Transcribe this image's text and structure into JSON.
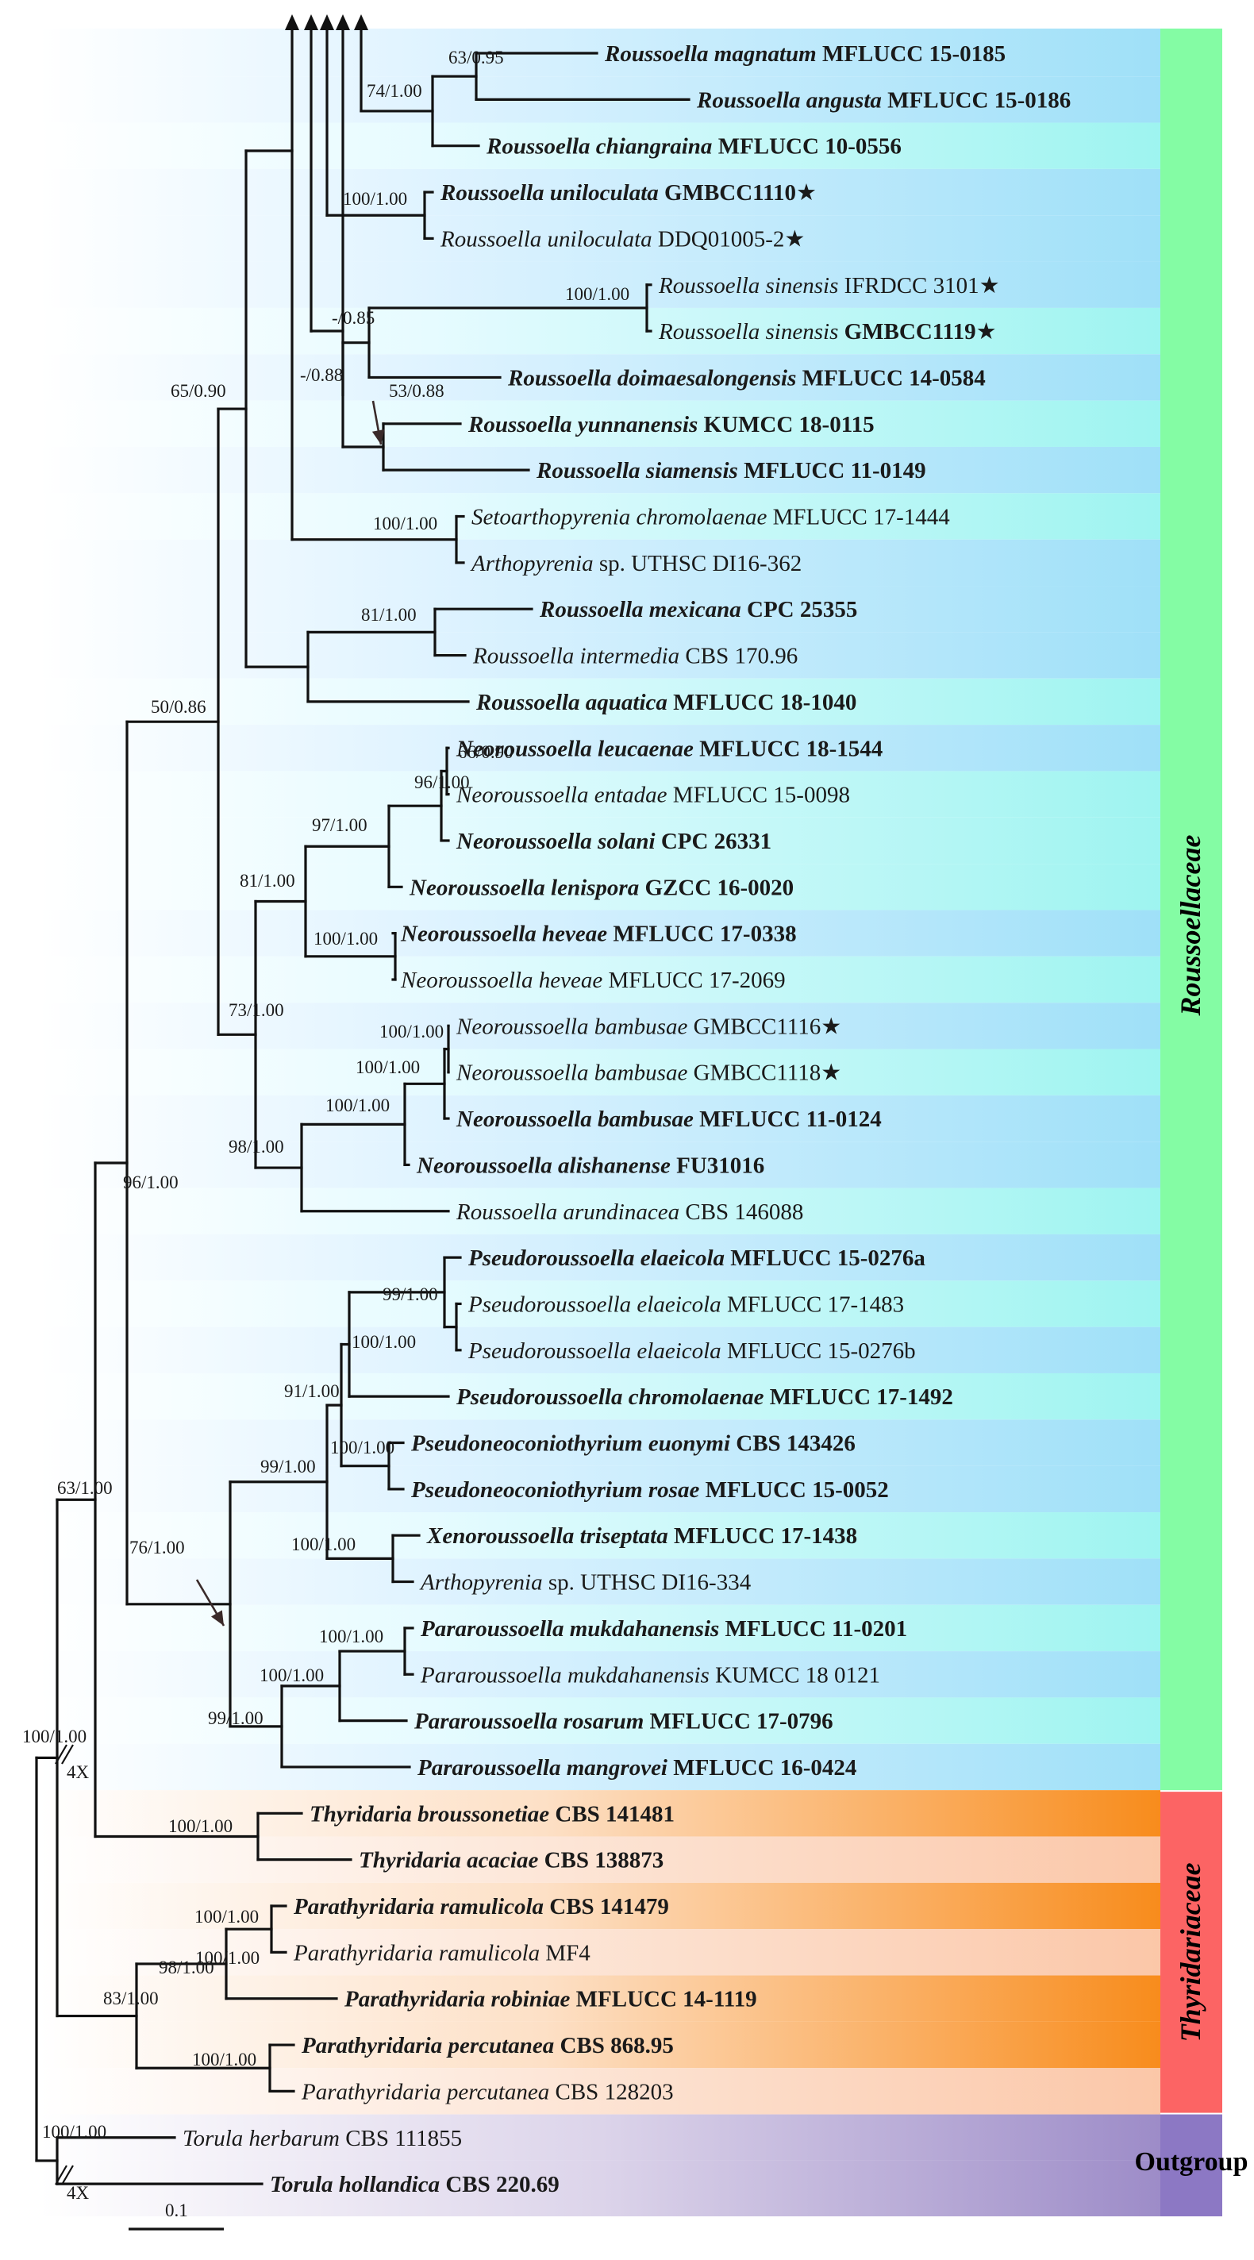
{
  "families": [
    {
      "name": "Roussoellaceae",
      "color": "#84fca4"
    },
    {
      "name": "Thyridariaceae",
      "color": "#fc6464"
    },
    {
      "name": "Outgroup",
      "color": "#8c78c4"
    }
  ],
  "taxa": [
    {
      "genus": "Roussoella magnatum",
      "strain": "MFLUCC 15-0185",
      "type_strain": true,
      "star": false
    },
    {
      "genus": "Roussoella angusta",
      "strain": "MFLUCC 15-0186",
      "type_strain": true,
      "star": false
    },
    {
      "genus": "Roussoella chiangraina",
      "strain": "MFLUCC 10-0556",
      "type_strain": true,
      "star": false
    },
    {
      "genus": "Roussoella uniloculata",
      "strain": "GMBCC1110",
      "type_strain": true,
      "star": true
    },
    {
      "genus": "Roussoella uniloculata",
      "strain": "DDQ01005-2",
      "type_strain": false,
      "star": true
    },
    {
      "genus": "Roussoella sinensis",
      "strain": "IFRDCC 3101",
      "type_strain": false,
      "star": true
    },
    {
      "genus": "Roussoella sinensis",
      "strain": "GMBCC1119",
      "type_strain": false,
      "strain_bold": true,
      "star": true
    },
    {
      "genus": "Roussoella doimaesalongensis",
      "strain": "MFLUCC 14-0584",
      "type_strain": true,
      "star": false
    },
    {
      "genus": "Roussoella yunnanensis",
      "strain": "KUMCC 18-0115",
      "type_strain": true,
      "star": false
    },
    {
      "genus": "Roussoella siamensis",
      "strain": "MFLUCC 11-0149",
      "type_strain": true,
      "star": false
    },
    {
      "genus": "Setoarthopyrenia chromolaenae",
      "strain": "MFLUCC 17-1444",
      "type_strain": false,
      "star": false
    },
    {
      "genus": "Arthopyrenia",
      "suffix": "sp.",
      "strain": "UTHSC DI16-362",
      "type_strain": false,
      "star": false
    },
    {
      "genus": "Roussoella mexicana",
      "strain": "CPC 25355",
      "type_strain": true,
      "star": false
    },
    {
      "genus": "Roussoella intermedia",
      "strain": "CBS 170.96",
      "type_strain": false,
      "star": false
    },
    {
      "genus": "Roussoella aquatica",
      "strain": "MFLUCC 18-1040",
      "type_strain": true,
      "star": false
    },
    {
      "genus": "Neoroussoella leucaenae",
      "strain": "MFLUCC 18-1544",
      "type_strain": true,
      "star": false
    },
    {
      "genus": "Neoroussoella entadae",
      "strain": "MFLUCC 15-0098",
      "type_strain": false,
      "star": false
    },
    {
      "genus": "Neoroussoella solani",
      "strain": "CPC 26331",
      "type_strain": true,
      "star": false
    },
    {
      "genus": "Neoroussoella lenispora",
      "strain": "GZCC 16-0020",
      "type_strain": true,
      "star": false
    },
    {
      "genus": "Neoroussoella heveae",
      "strain": "MFLUCC 17-0338",
      "type_strain": true,
      "star": false
    },
    {
      "genus": "Neoroussoella heveae",
      "strain": "MFLUCC 17-2069",
      "type_strain": false,
      "star": false
    },
    {
      "genus": "Neoroussoella bambusae",
      "strain": "GMBCC1116",
      "type_strain": false,
      "star": true
    },
    {
      "genus": "Neoroussoella bambusae",
      "strain": "GMBCC1118",
      "type_strain": false,
      "star": true
    },
    {
      "genus": "Neoroussoella bambusae",
      "strain": "MFLUCC 11-0124",
      "type_strain": true,
      "star": false
    },
    {
      "genus": "Neoroussoella alishanense",
      "strain": "FU31016",
      "type_strain": true,
      "star": false
    },
    {
      "genus": "Roussoella arundinacea",
      "strain": "CBS 146088",
      "type_strain": false,
      "star": false
    },
    {
      "genus": "Pseudoroussoella elaeicola",
      "strain": "MFLUCC 15-0276a",
      "type_strain": true,
      "star": false
    },
    {
      "genus": "Pseudoroussoella elaeicola",
      "strain": "MFLUCC 17-1483",
      "type_strain": false,
      "star": false
    },
    {
      "genus": "Pseudoroussoella elaeicola",
      "strain": "MFLUCC 15-0276b",
      "type_strain": false,
      "star": false
    },
    {
      "genus": "Pseudoroussoella chromolaenae",
      "strain": "MFLUCC 17-1492",
      "type_strain": true,
      "star": false
    },
    {
      "genus": "Pseudoneoconiothyrium euonymi",
      "strain": "CBS 143426",
      "type_strain": true,
      "star": false
    },
    {
      "genus": "Pseudoneoconiothyrium rosae",
      "strain": "MFLUCC 15-0052",
      "type_strain": true,
      "star": false
    },
    {
      "genus": "Xenoroussoella triseptata",
      "strain": "MFLUCC 17-1438",
      "type_strain": true,
      "star": false
    },
    {
      "genus": "Arthopyrenia",
      "suffix": "sp.",
      "strain": "UTHSC DI16-334",
      "type_strain": false,
      "star": false
    },
    {
      "genus": "Pararoussoella mukdahanensis",
      "strain": "MFLUCC 11-0201",
      "type_strain": true,
      "star": false
    },
    {
      "genus": "Pararoussoella mukdahanensis",
      "strain": "KUMCC 18 0121",
      "type_strain": false,
      "star": false
    },
    {
      "genus": "Pararoussoella rosarum",
      "strain": "MFLUCC 17-0796",
      "type_strain": true,
      "star": false
    },
    {
      "genus": "Pararoussoella mangrovei",
      "strain": "MFLUCC 16-0424",
      "type_strain": true,
      "star": false
    },
    {
      "genus": "Thyridaria broussonetiae",
      "strain": "CBS 141481",
      "type_strain": true,
      "star": false
    },
    {
      "genus": "Thyridaria acaciae",
      "strain": "CBS 138873",
      "type_strain": true,
      "star": false
    },
    {
      "genus": "Parathyridaria ramulicola",
      "strain": "CBS 141479",
      "type_strain": true,
      "star": false
    },
    {
      "genus": "Parathyridaria ramulicola",
      "strain": "MF4",
      "type_strain": false,
      "star": false
    },
    {
      "genus": "Parathyridaria robiniae",
      "strain": "MFLUCC 14-1119",
      "type_strain": true,
      "star": false
    },
    {
      "genus": "Parathyridaria percutanea",
      "strain": "CBS 868.95",
      "type_strain": true,
      "star": false
    },
    {
      "genus": "Parathyridaria percutanea",
      "strain": "CBS 128203",
      "type_strain": false,
      "star": false
    },
    {
      "genus": "Torula herbarum",
      "strain": "CBS 111855",
      "type_strain": false,
      "star": false
    },
    {
      "genus": "Torula hollandica",
      "strain": "CBS 220.69",
      "type_strain": true,
      "star": false
    }
  ],
  "support_values": [
    "63/0.95",
    "74/1.00",
    "100/1.00",
    "100/1.00",
    "-/0.85",
    "-/0.88",
    "53/0.88",
    "65/0.90",
    "100/1.00",
    "81/1.00",
    "50/0.86",
    "66/0.90",
    "96/1.00",
    "97/1.00",
    "81/1.00",
    "100/1.00",
    "73/1.00",
    "100/1.00",
    "100/1.00",
    "100/1.00",
    "98/1.00",
    "96/1.00",
    "99/1.00",
    "100/1.00",
    "91/1.00",
    "100/1.00",
    "99/1.00",
    "100/1.00",
    "76/1.00",
    "100/1.00",
    "100/1.00",
    "99/1.00",
    "63/1.00",
    "100/1.00",
    "100/1.00",
    "100/1.00",
    "98/1.00",
    "83/1.00",
    "100/1.00",
    "100/1.00"
  ],
  "break_marks": [
    "4X",
    "4X"
  ],
  "scale_bar": "0.1",
  "star_glyph": "★"
}
